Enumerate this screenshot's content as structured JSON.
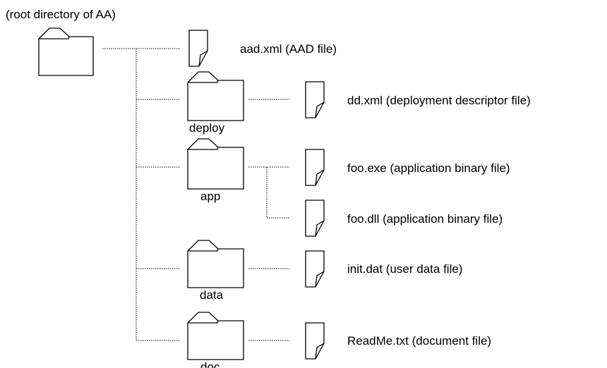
{
  "root": {
    "label": "(root directory of AA)"
  },
  "folders": {
    "deploy": "deploy",
    "app": "app",
    "data": "data",
    "doc": "doc"
  },
  "files": {
    "aad": "aad.xml (AAD file)",
    "dd": "dd.xml (deployment descriptor file)",
    "foo_exe": "foo.exe (application binary file)",
    "foo_dll": "foo.dll (application binary file)",
    "init": "init.dat (user data file)",
    "readme": "ReadMe.txt (document file)"
  },
  "icons": {
    "folder": "folder-icon",
    "file": "file-icon"
  },
  "colors": {
    "line": "#000000",
    "background": "#ffffff"
  }
}
